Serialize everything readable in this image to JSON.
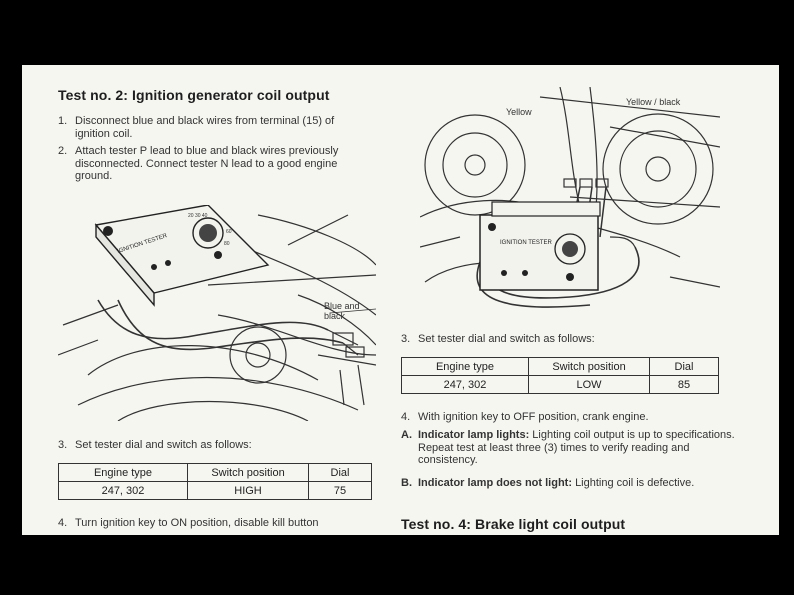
{
  "left": {
    "title": "Test no. 2: Ignition generator coil output",
    "steps": [
      {
        "num": "1.",
        "text": "Disconnect blue and black wires from terminal (15) of ignition coil."
      },
      {
        "num": "2.",
        "text": "Attach tester P lead to blue and black wires previously disconnected. Connect tester N lead to a good engine ground."
      },
      {
        "num": "3.",
        "text": "Set tester dial and switch as follows:"
      },
      {
        "num": "4.",
        "text": "Turn ignition key to ON position, disable kill button"
      }
    ],
    "figure_labels": {
      "blue_black": "Blue and black",
      "tester_name": "IGNITION TESTER"
    },
    "table": {
      "headers": [
        "Engine type",
        "Switch position",
        "Dial"
      ],
      "row": [
        "247, 302",
        "HIGH",
        "75"
      ]
    }
  },
  "right": {
    "figure_labels": {
      "yellow": "Yellow",
      "yellow_black": "Yellow / black",
      "tester_name": "IGNITION TESTER"
    },
    "step3": {
      "num": "3.",
      "text": "Set tester dial and switch as follows:"
    },
    "table": {
      "headers": [
        "Engine type",
        "Switch position",
        "Dial"
      ],
      "row": [
        "247, 302",
        "LOW",
        "85"
      ]
    },
    "step4": {
      "num": "4.",
      "text": "With ignition key to OFF position, crank engine."
    },
    "stepA": {
      "num": "A.",
      "label": "Indicator lamp lights:",
      "text": "Lighting coil output is up to specifications. Repeat test at least three (3) times to verify reading and consistency."
    },
    "stepB": {
      "num": "B.",
      "label": "Indicator lamp does not light:",
      "text": "Lighting coil is defective."
    },
    "next_title": "Test no. 4: Brake light coil output"
  }
}
